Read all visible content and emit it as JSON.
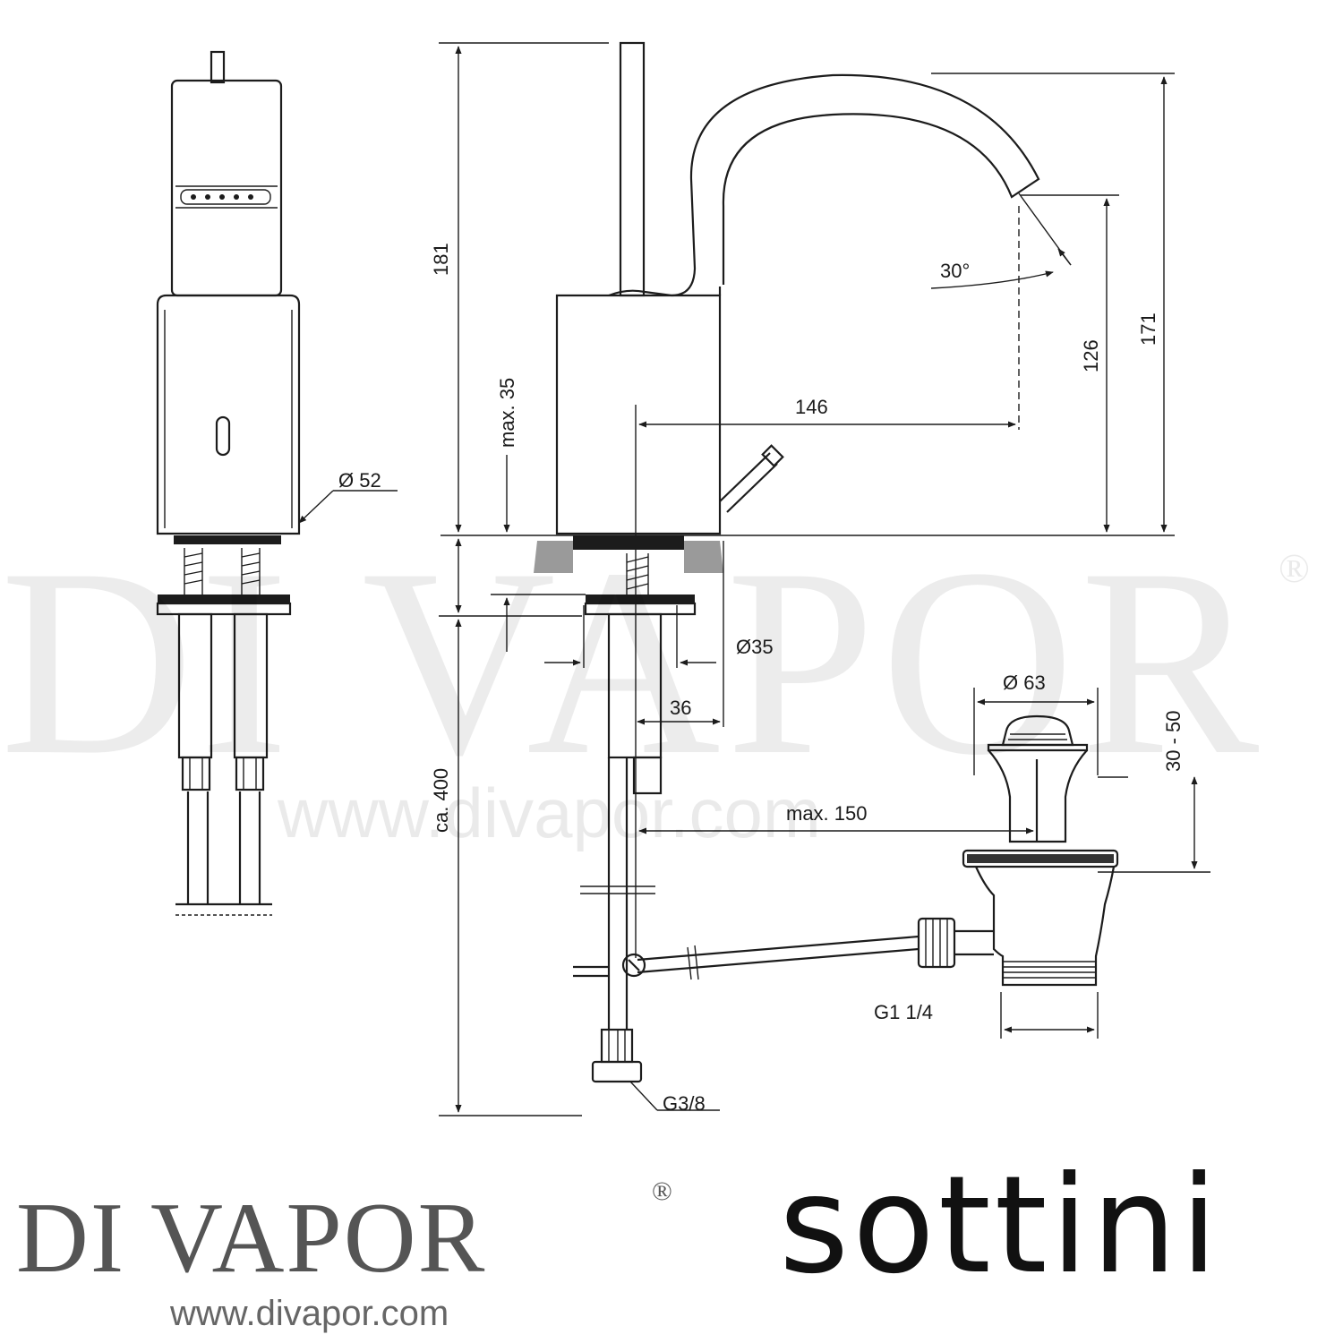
{
  "watermark": {
    "brand": "DI VAPOR",
    "registered": "®",
    "url": "www.divapor.com"
  },
  "dimensions": {
    "d52": "Ø 52",
    "h181": "181",
    "max35": "max. 35",
    "d35": "Ø35",
    "w36": "36",
    "ca400": "ca. 400",
    "g38": "G3/8",
    "w146": "146",
    "angle30": "30°",
    "h126": "126",
    "h171": "171",
    "d63": "Ø 63",
    "r3050": "30 - 50",
    "max150": "max. 150",
    "g114": "G1 1/4"
  },
  "footer": {
    "brand": "DI VAPOR",
    "registered": "®",
    "url": "www.divapor.com",
    "manufacturer": "sottini"
  }
}
